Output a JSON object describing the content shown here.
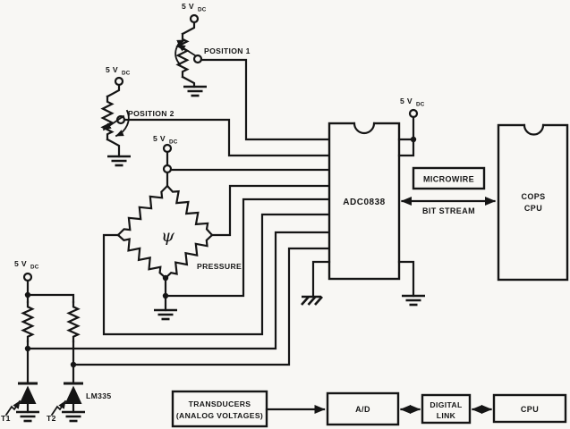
{
  "colors": {
    "ink": "#151515",
    "paper": "#f8f7f4"
  },
  "labels": {
    "vdc_main": "5 V",
    "vdc_sub": "DC",
    "position1": "POSITION 1",
    "position2": "POSITION 2",
    "psi": "ψ",
    "pressure": "PRESSURE",
    "lm335": "LM335",
    "t1": "T1",
    "t2": "T2",
    "adc": "ADC0838",
    "microwire": "MICROWIRE",
    "bit_stream": "BIT STREAM",
    "cops_line1": "COPS",
    "cops_line2": "CPU"
  },
  "flow": {
    "transducers_line1": "TRANSDUCERS",
    "transducers_line2": "(ANALOG VOLTAGES)",
    "ad": "A/D",
    "digital_line1": "DIGITAL",
    "digital_line2": "LINK",
    "cpu": "CPU"
  }
}
